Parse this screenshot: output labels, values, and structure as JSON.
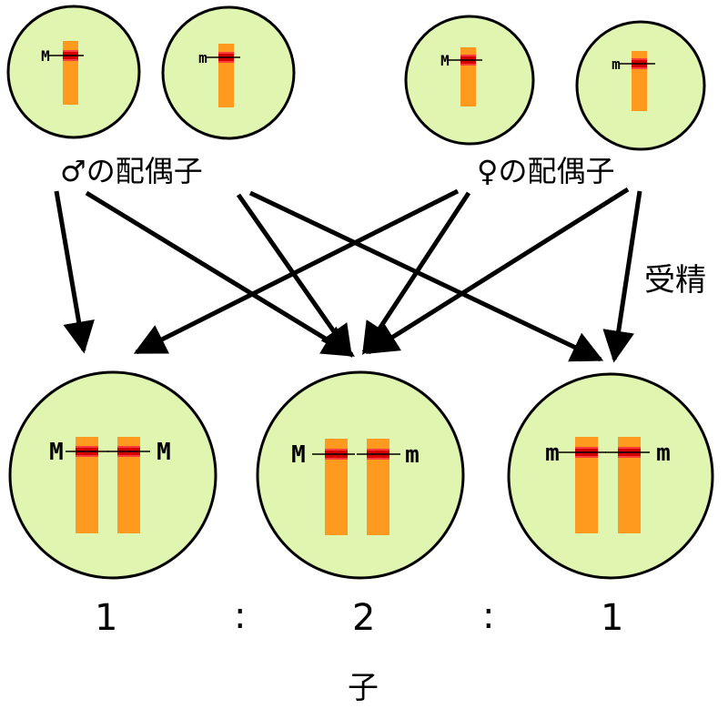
{
  "colors": {
    "cell_fill": "#dff5b0",
    "cell_stroke": "#000000",
    "chromosome": "#ff9a1f",
    "locus_dark": "#d40000",
    "locus_light": "#ff3c3c",
    "arrow": "#000000"
  },
  "male_gametes": {
    "label": "♂の配偶子",
    "cells": [
      {
        "allele": "M"
      },
      {
        "allele": "m"
      }
    ]
  },
  "female_gametes": {
    "label": "♀の配偶子",
    "cells": [
      {
        "allele": "M"
      },
      {
        "allele": "m"
      }
    ]
  },
  "fertilization_label": "受精",
  "offspring": {
    "label": "子",
    "cells": [
      {
        "alleles": [
          "M",
          "M"
        ]
      },
      {
        "alleles": [
          "M",
          "m"
        ]
      },
      {
        "alleles": [
          "m",
          "m"
        ]
      }
    ],
    "ratio": {
      "values": [
        "1",
        "2",
        "1"
      ],
      "separators": [
        ":",
        ":"
      ]
    }
  }
}
